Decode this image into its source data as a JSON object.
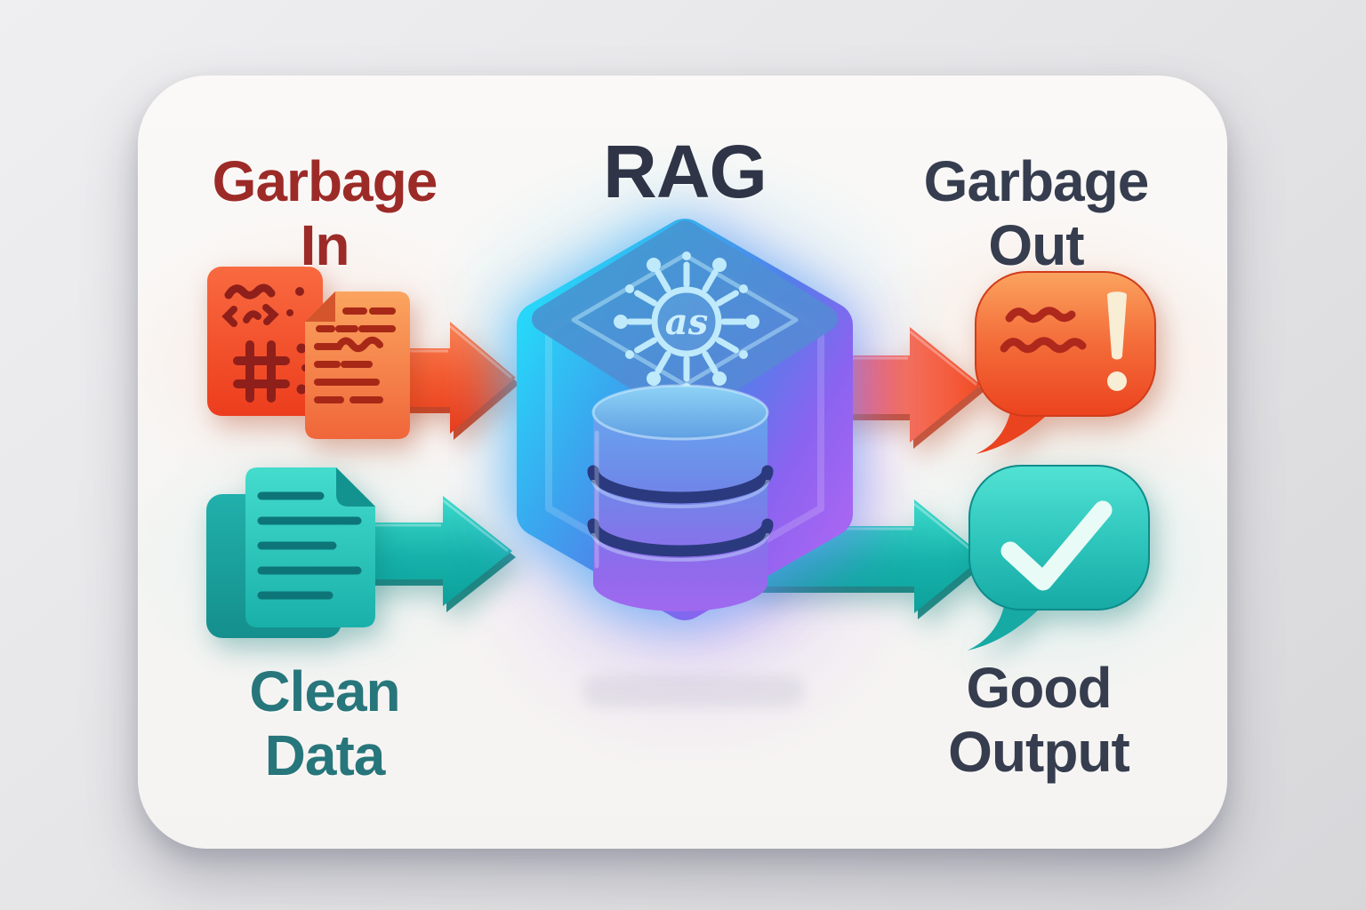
{
  "title": "RAG",
  "labels": {
    "garbage_in": {
      "line1": "Garbage",
      "line2": "In"
    },
    "garbage_out": {
      "line1": "Garbage",
      "line2": "Out"
    },
    "clean_data": {
      "line1": "Clean",
      "line2": "Data"
    },
    "good_output": {
      "line1": "Good",
      "line2": "Output"
    }
  },
  "hexagon": {
    "glyph_text": "as"
  },
  "icons": {
    "center": "rag-engine-hexagon-database-icon",
    "top_left": "noisy-documents-icon",
    "bottom_left": "clean-documents-icon",
    "top_right": "error-speech-bubble-icon",
    "bottom_right": "success-speech-bubble-icon",
    "flow": "right-arrow-icon"
  },
  "colors": {
    "garbage_label": "#9c2b28",
    "title": "#2f3547",
    "dark_label": "#363d4f",
    "clean_label": "#27767b",
    "orange_accent": "#f1512c",
    "teal_accent": "#1db7b0",
    "hex_cyan": "#2ed2f6",
    "hex_purple": "#9a63f2"
  }
}
